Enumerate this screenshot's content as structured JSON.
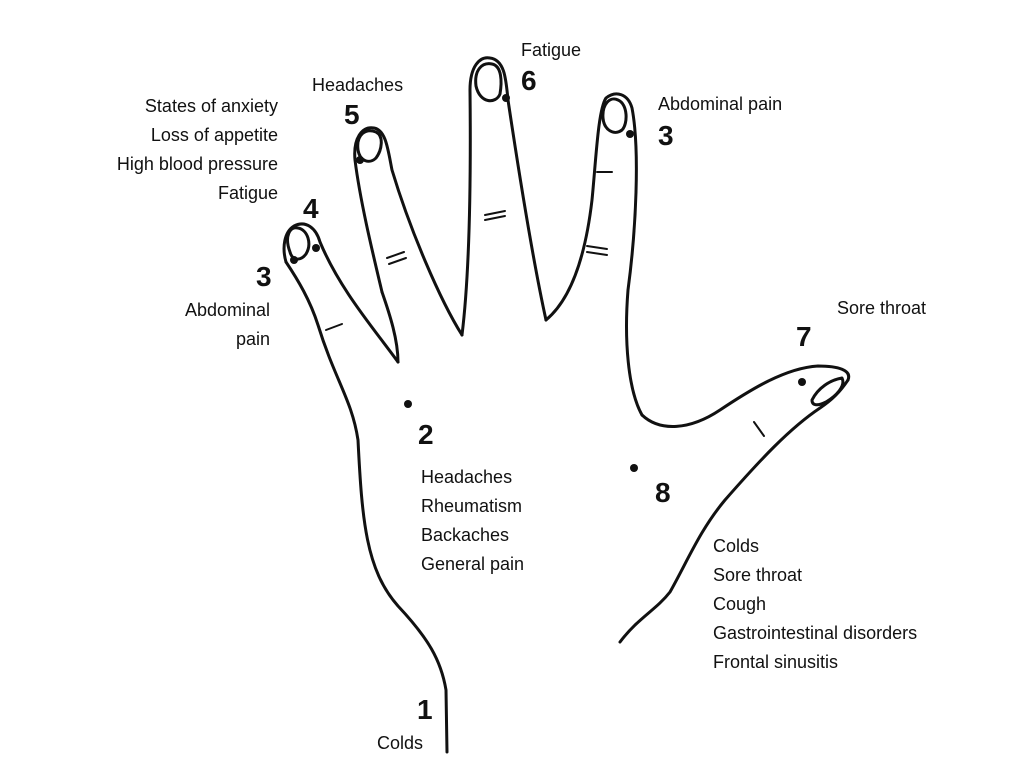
{
  "points": [
    {
      "number": "1",
      "ailments": [
        "Colds"
      ]
    },
    {
      "number": "2",
      "ailments": [
        "Headaches",
        "Rheumatism",
        "Backaches",
        "General pain"
      ]
    },
    {
      "number": "3",
      "ailments": [
        "Abdominal",
        "pain"
      ]
    },
    {
      "number": "4",
      "ailments": [
        "States of anxiety",
        "Loss of appetite",
        "High blood pressure",
        "Fatigue"
      ]
    },
    {
      "number": "5",
      "ailments": [
        "Headaches"
      ]
    },
    {
      "number": "6",
      "ailments": [
        "Fatigue"
      ]
    },
    {
      "number": "3",
      "ailments": [
        "Abdominal  pain"
      ]
    },
    {
      "number": "7",
      "ailments": [
        "Sore  throat"
      ]
    },
    {
      "number": "8",
      "ailments": [
        "Colds",
        "Sore throat",
        "Cough",
        "Gastrointestinal disorders",
        "Frontal  sinusitis"
      ]
    }
  ],
  "colors": {
    "outline": "#111111",
    "background": "#ffffff"
  }
}
